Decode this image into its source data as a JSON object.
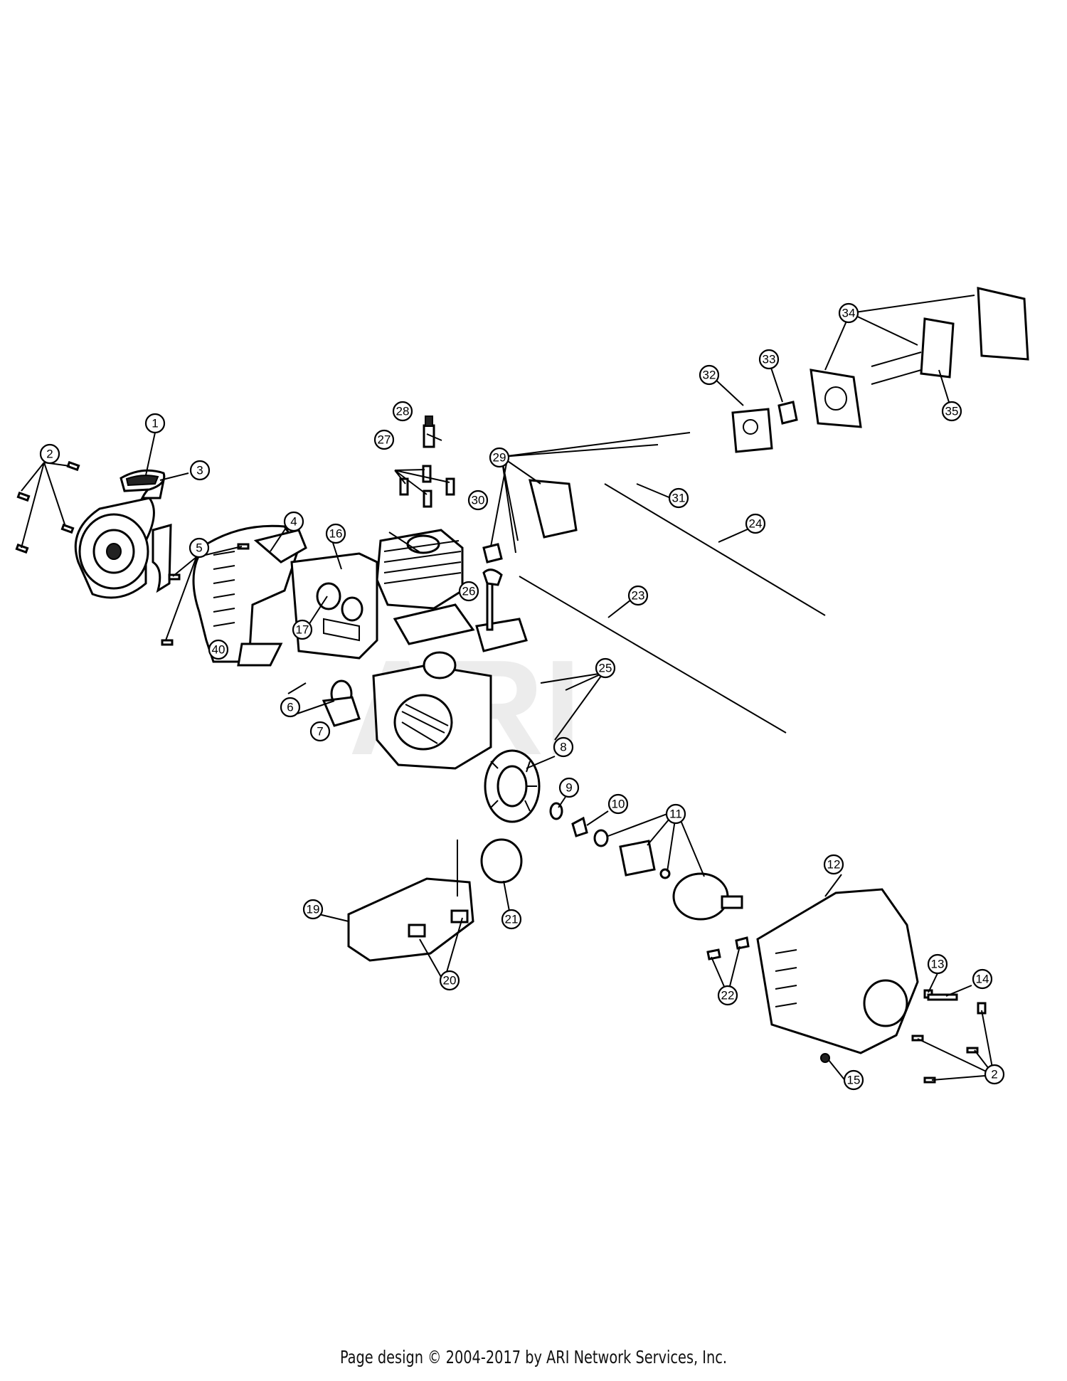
{
  "watermark": "ARI",
  "footer": "Page design © 2004-2017 by ARI Network Services, Inc.",
  "callouts": [
    "1",
    "2",
    "3",
    "4",
    "5",
    "6",
    "7",
    "8",
    "9",
    "10",
    "11",
    "12",
    "13",
    "14",
    "15",
    "16",
    "17",
    "19",
    "20",
    "21",
    "22",
    "23",
    "24",
    "25",
    "26",
    "27",
    "28",
    "29",
    "30",
    "31",
    "32",
    "33",
    "34",
    "35",
    "40",
    "2"
  ]
}
